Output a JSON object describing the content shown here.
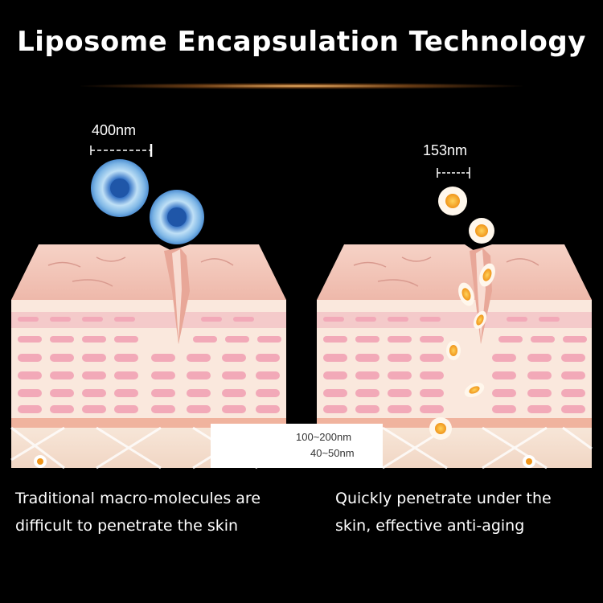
{
  "title": "Liposome Encapsulation Technology",
  "left_panel": {
    "size_label": "400nm",
    "caption_line1": "Traditional macro-molecules are",
    "caption_line2": "difficult to penetrate the skin"
  },
  "right_panel": {
    "size_label": "153nm",
    "caption_line1": "Quickly penetrate under the",
    "caption_line2": "skin, effective anti-aging"
  },
  "scale_box": {
    "line1": "100~200nm",
    "line2": "40~50nm"
  },
  "colors": {
    "background": "#000000",
    "skin_top": "#f3c6bc",
    "skin_cell": "#f2a9b8",
    "skin_body": "#f9e4d6",
    "macro_molecule": "#2a63b3",
    "liposome_core": "#f2a51c"
  }
}
